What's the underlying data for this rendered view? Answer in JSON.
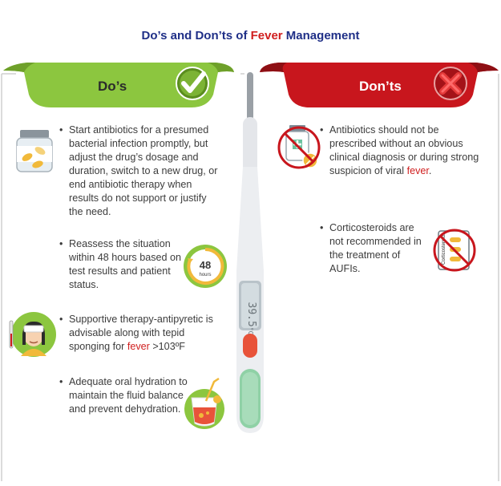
{
  "title": {
    "prefix": "Do’s and Don’ts of ",
    "highlight": "Fever",
    "suffix": " Management"
  },
  "dos": {
    "label": "Do’s",
    "items": [
      {
        "text": "Start antibiotics for a presumed bacterial infection promptly, but adjust the drug’s dosage and duration, switch to a new drug, or end antibiotic therapy when results do not support or justify the need.",
        "icon": "pill-bottle-icon"
      },
      {
        "text": "Reassess the situation within 48 hours based on test results and patient status.",
        "icon": "48-hours-icon"
      },
      {
        "pre": "Supportive therapy-antipyretic is advisable along with tepid sponging for ",
        "hl": "fever",
        "post": " >103ºF",
        "icon": "patient-thermometer-icon"
      },
      {
        "text": "Adequate oral hydration to maintain the fluid balance and prevent dehydration.",
        "icon": "drink-glass-icon"
      }
    ]
  },
  "donts": {
    "label": "Don’ts",
    "items": [
      {
        "pre": "Antibiotics should not be prescribed without an obvious clinical diagnosis or during strong suspicion of viral ",
        "hl": "fever",
        "post": ".",
        "icon": "no-antibiotics-icon"
      },
      {
        "text": "Corticosteroids are not recommended in the treatment of AUFIs.",
        "icon": "no-corticosteroids-icon",
        "icon_label": "Corticosteroids"
      }
    ]
  },
  "thermometer": {
    "reading": "39.5",
    "unit": "°C"
  },
  "badge48": {
    "number": "48",
    "unit": "hours"
  },
  "colors": {
    "title": "#1f2f87",
    "accent_red": "#d01e1e",
    "dos_green": "#8cc63f",
    "donts_red": "#c8161d"
  }
}
